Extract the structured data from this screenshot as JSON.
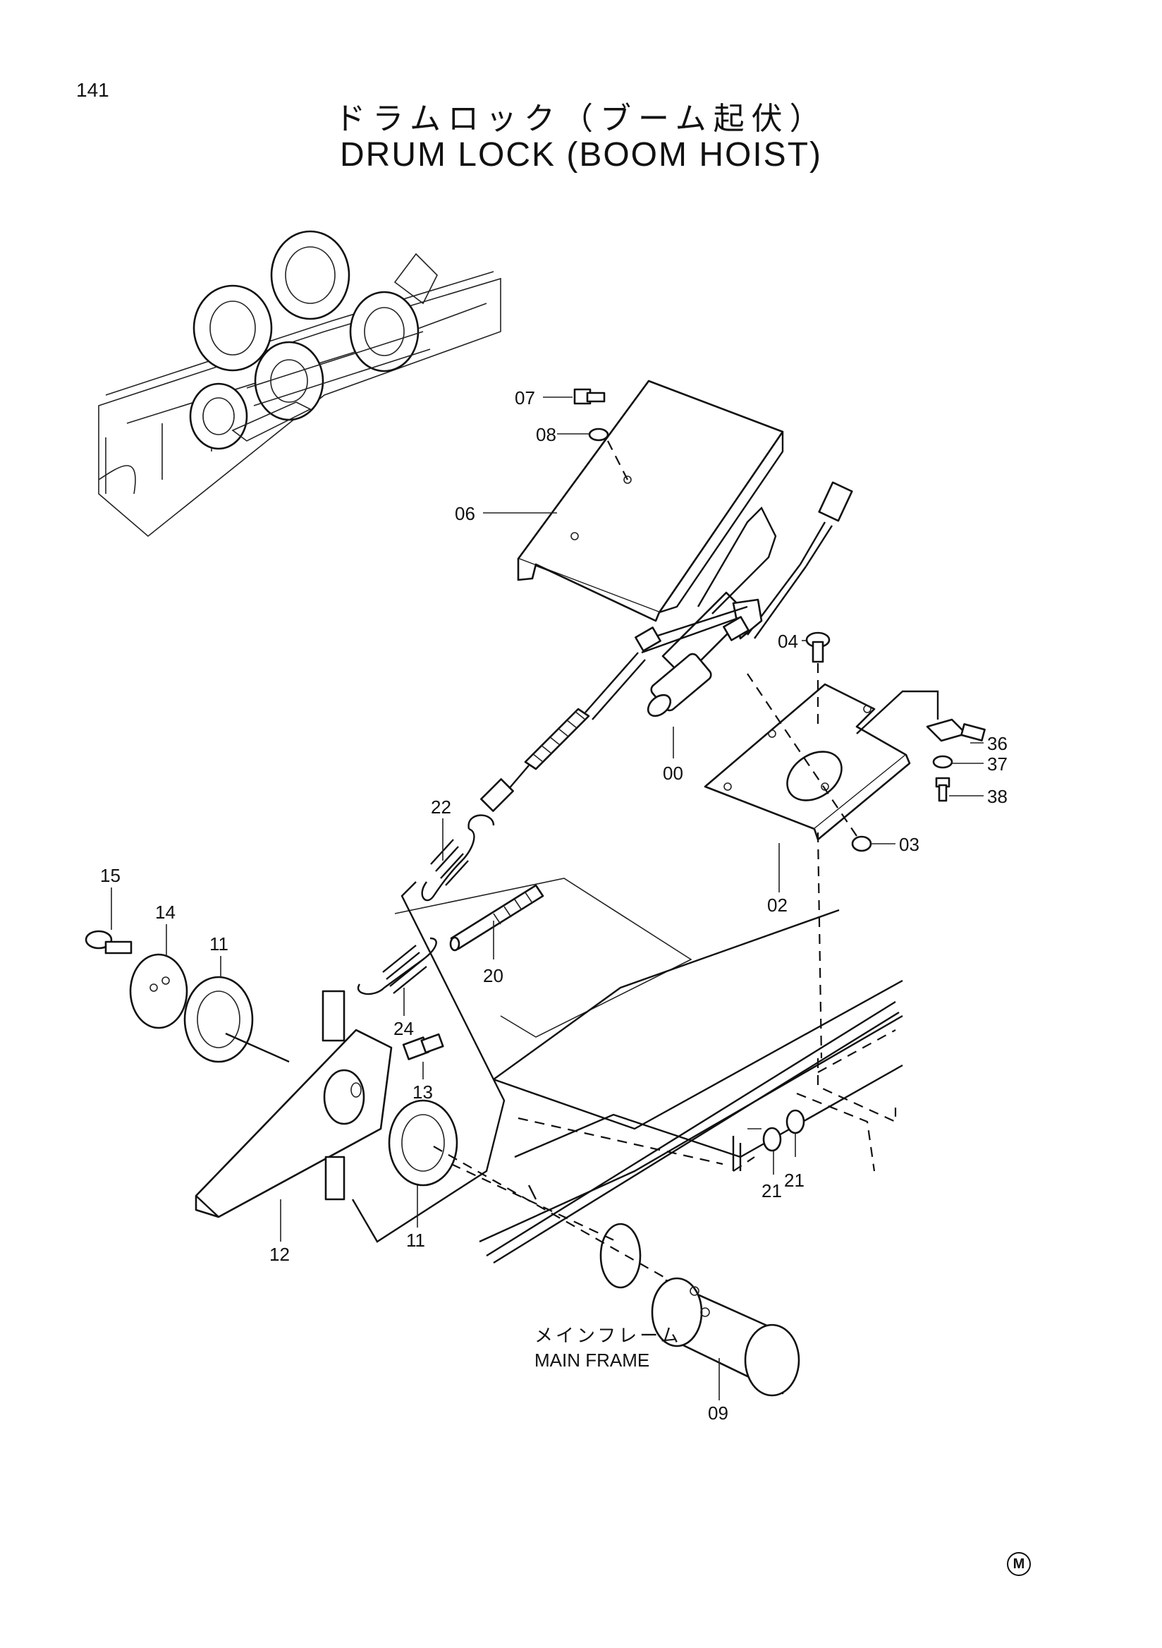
{
  "page": {
    "number": "141"
  },
  "title": {
    "ja": "ドラムロック（ブーム起伏）",
    "en": "DRUM LOCK (BOOM HOIST)"
  },
  "callouts": {
    "c07": "07",
    "c08": "08",
    "c06": "06",
    "c04": "04",
    "c36": "36",
    "c37": "37",
    "c38": "38",
    "c00": "00",
    "c03": "03",
    "c02": "02",
    "c22": "22",
    "c15": "15",
    "c14": "14",
    "c11a": "11",
    "c20": "20",
    "c24": "24",
    "c13": "13",
    "c21a": "21",
    "c21b": "21",
    "c12": "12",
    "c11b": "11",
    "c09": "09"
  },
  "annotations": {
    "main_frame_ja": "メインフレーム",
    "main_frame_en": "MAIN FRAME"
  },
  "marks": {
    "m": "M"
  }
}
